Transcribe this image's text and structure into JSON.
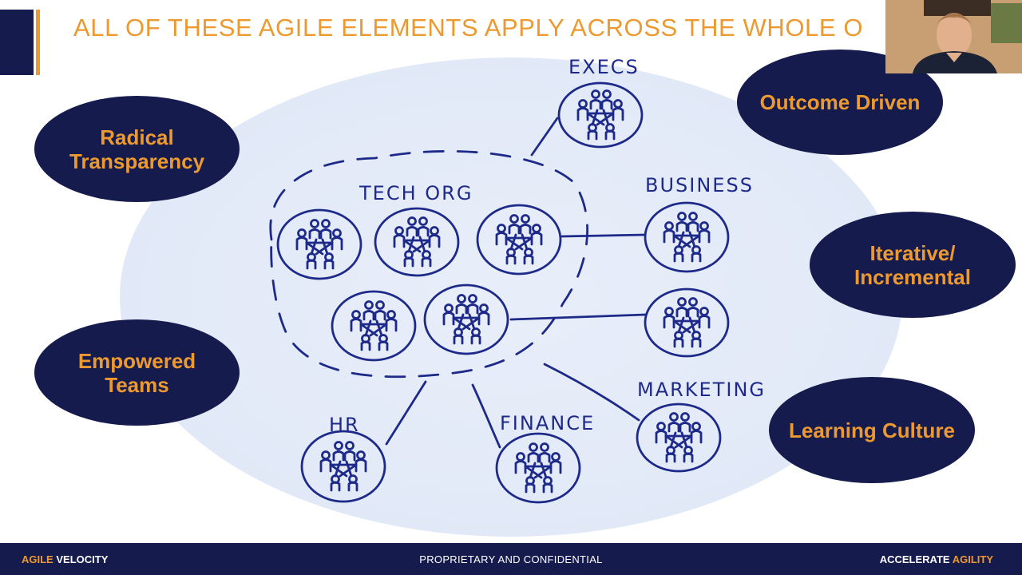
{
  "slide": {
    "title": "ALL OF THESE AGILE ELEMENTS APPLY ACROSS THE WHOLE O",
    "colors": {
      "navy": "#161b4d",
      "orange": "#ec9a30",
      "ink": "#1e2a8a",
      "ellipse": "#e3eaf8"
    }
  },
  "pills": {
    "radical": {
      "line1": "Radical",
      "line2": "Transparency"
    },
    "empowered": {
      "line1": "Empowered",
      "line2": "Teams"
    },
    "outcome": {
      "line1": "Outcome Driven"
    },
    "iterative": {
      "line1": "Iterative/",
      "line2": "Incremental"
    },
    "learning": {
      "line1": "Learning Culture"
    }
  },
  "diagram": {
    "labels": {
      "execs": "EXECS",
      "tech_org": "TECH ORG",
      "business": "BUSINESS",
      "marketing": "MARKETING",
      "hr": "HR",
      "finance": "FINANCE"
    }
  },
  "footer": {
    "brand_agile": "AGILE",
    "brand_velocity": "VELOCITY",
    "confidential": "PROPRIETARY AND CONFIDENTIAL",
    "tagline_accelerate": "ACCELERATE",
    "tagline_agility": "AGILITY"
  },
  "presenter": {
    "icon": "presenter-video-thumbnail"
  }
}
